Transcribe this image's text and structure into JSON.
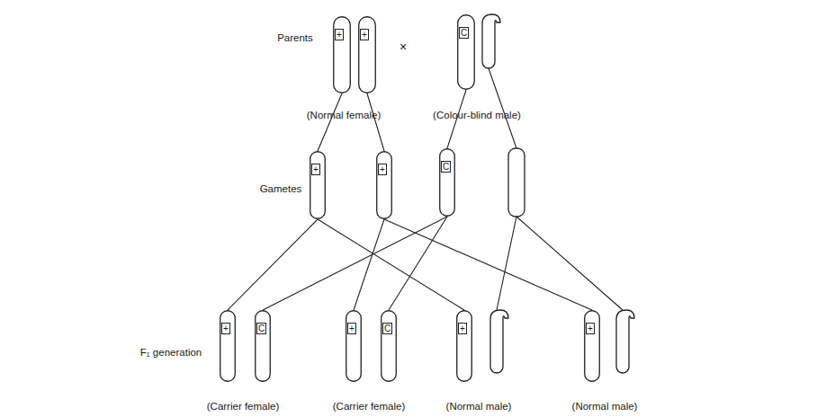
{
  "diagram": {
    "nodes": [
      {
        "text": [
          "+"
        ]
      },
      {
        "text": [
          "+"
        ]
      },
      {
        "text": [
          "C"
        ]
      },
      {
        "text": [
          "+"
        ]
      },
      {
        "text": [
          "+"
        ]
      },
      {
        "text": [
          "C"
        ]
      },
      {
        "text": [
          "+"
        ]
      },
      {
        "text": [
          "C"
        ]
      },
      {
        "text": [
          "+"
        ]
      },
      {
        "text": [
          "C"
        ]
      },
      {
        "text": [
          "+"
        ]
      },
      {
        "text": [
          "+"
        ]
      }
    ],
    "edges": [
      {
        "from": 0,
        "to": 3,
        "arrow": "none"
      },
      {
        "from": 1,
        "to": 4,
        "arrow": "none"
      },
      {
        "from": 2,
        "to": 5,
        "arrow": "none"
      },
      {
        "from": 3,
        "to": 6,
        "arrow": "none"
      },
      {
        "from": 3,
        "to": 10,
        "arrow": "none"
      },
      {
        "from": 4,
        "to": 8,
        "arrow": "none"
      },
      {
        "from": 4,
        "to": 11,
        "arrow": "none"
      },
      {
        "from": 5,
        "to": 7,
        "arrow": "none"
      },
      {
        "from": 5,
        "to": 9,
        "arrow": "none"
      }
    ],
    "labels": [
      "Parents",
      "×",
      "(Normal female)",
      "(Colour-blind male)",
      "Gametes",
      "F₁ generation",
      "(Carrier female)",
      "(Carrier female)",
      "(Normal male)",
      "(Normal male)"
    ]
  }
}
